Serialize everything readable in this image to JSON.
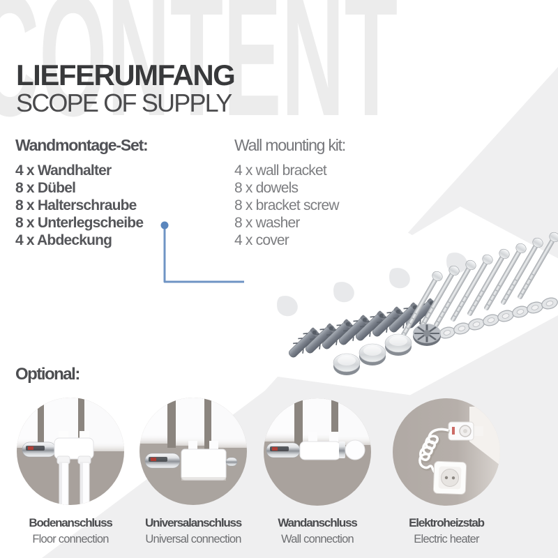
{
  "watermark": "CONTENT",
  "title": {
    "de": "LIEFERUMFANG",
    "en": "SCOPE OF SUPPLY"
  },
  "kit": {
    "de": {
      "header": "Wandmontage-Set:",
      "items": [
        "4 x Wandhalter",
        "8 x Dübel",
        "8 x Halterschraube",
        "8 x Unterlegscheibe",
        "4 x Abdeckung"
      ]
    },
    "en": {
      "header": "Wall mounting kit:",
      "items": [
        "4 x wall bracket",
        "8 x dowels",
        "8 x bracket screw",
        "8 x washer",
        "4 x cover"
      ]
    }
  },
  "optional_label": "Optional:",
  "options": [
    {
      "de": "Bodenanschluss",
      "en": "Floor connection"
    },
    {
      "de": "Universalanschluss",
      "en": "Universal connection"
    },
    {
      "de": "Wandanschluss",
      "en": "Wall connection"
    },
    {
      "de": "Elektroheizstab",
      "en": "Electric heater"
    }
  ],
  "colors": {
    "accent_blue": "#6f94c4",
    "heading_dark": "#38393b",
    "text_dark_gray": "#55565a",
    "text_light_gray": "#7c7d80",
    "watermark_gray": "#ececec",
    "band_gray": "#efeff0",
    "wall_taupe": "#a8a19c"
  }
}
